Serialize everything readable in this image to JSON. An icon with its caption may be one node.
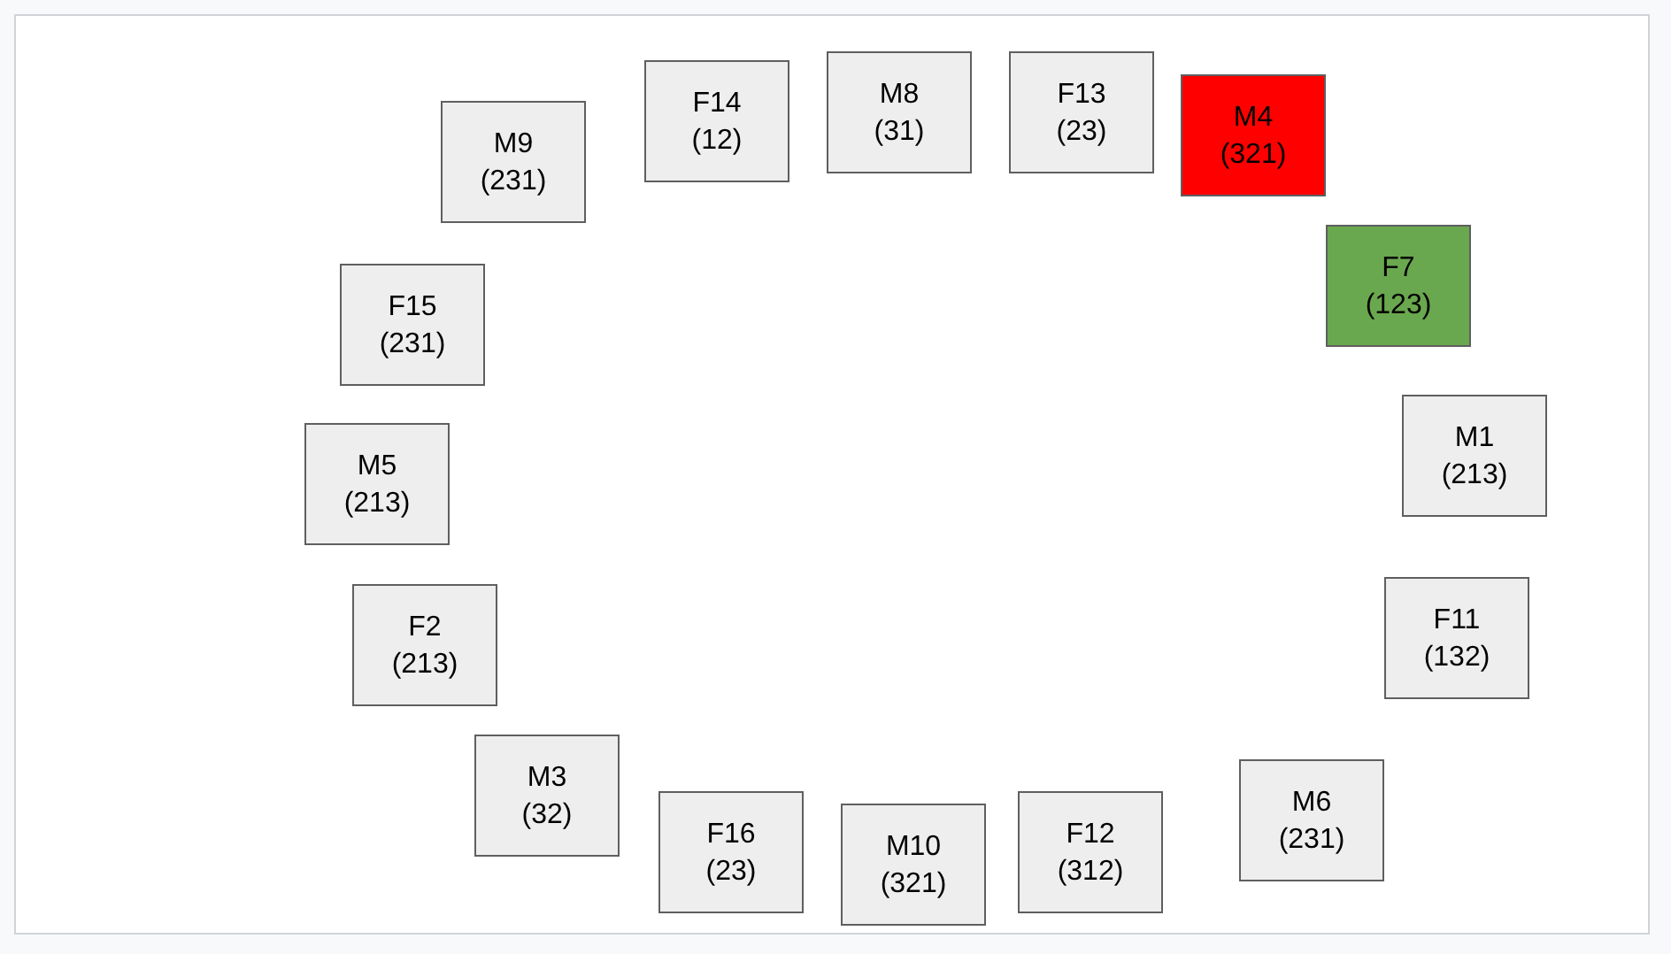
{
  "diagram": {
    "nodes": [
      {
        "text": [
          "M9",
          "(231)"
        ]
      },
      {
        "text": [
          "F14",
          "(12)"
        ]
      },
      {
        "text": [
          "M8",
          "(31)"
        ]
      },
      {
        "text": [
          "F13",
          "(23)"
        ]
      },
      {
        "text": [
          "M4",
          "(321)"
        ]
      },
      {
        "text": [
          "F7",
          "(123)"
        ]
      },
      {
        "text": [
          "M1",
          "(213)"
        ]
      },
      {
        "text": [
          "F11",
          "(132)"
        ]
      },
      {
        "text": [
          "M6",
          "(231)"
        ]
      },
      {
        "text": [
          "F12",
          "(312)"
        ]
      },
      {
        "text": [
          "M10",
          "(321)"
        ]
      },
      {
        "text": [
          "F16",
          "(23)"
        ]
      },
      {
        "text": [
          "M3",
          "(32)"
        ]
      },
      {
        "text": [
          "F2",
          "(213)"
        ]
      },
      {
        "text": [
          "M5",
          "(213)"
        ]
      },
      {
        "text": [
          "F15",
          "(231)"
        ]
      }
    ]
  }
}
